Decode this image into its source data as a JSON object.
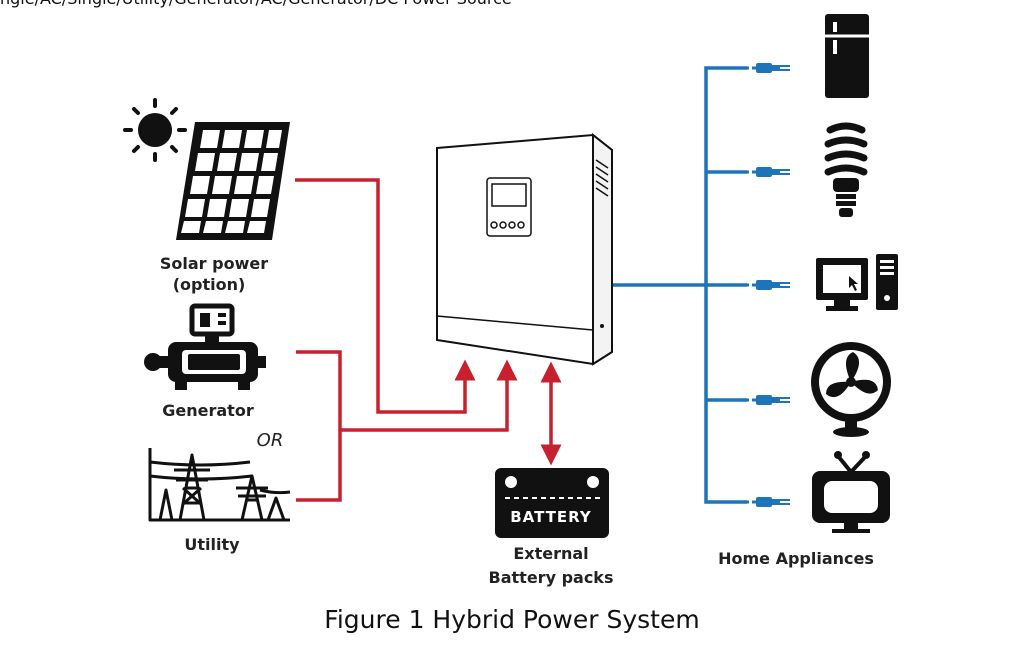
{
  "top_fragment": "ngle/AC/Single/Utility/Generator/AC/Generator/DC Power Source",
  "labels": {
    "solar_line1": "Solar power",
    "solar_line2": "(option)",
    "generator": "Generator",
    "or": "OR",
    "utility": "Utility",
    "battery": "BATTERY",
    "external_line1": "External",
    "external_line2": "Battery packs",
    "home_appliances": "Home Appliances"
  },
  "caption": "Figure 1 Hybrid Power System",
  "colors": {
    "input_line": "#c8202e",
    "output_line": "#1f73b7",
    "icon": "#111111"
  },
  "icons": [
    "sun-icon",
    "solar-panel-icon",
    "generator-icon",
    "utility-tower-icon",
    "inverter-icon",
    "battery-icon",
    "fridge-icon",
    "lightbulb-icon",
    "computer-icon",
    "fan-icon",
    "tv-icon",
    "plug-icon"
  ]
}
